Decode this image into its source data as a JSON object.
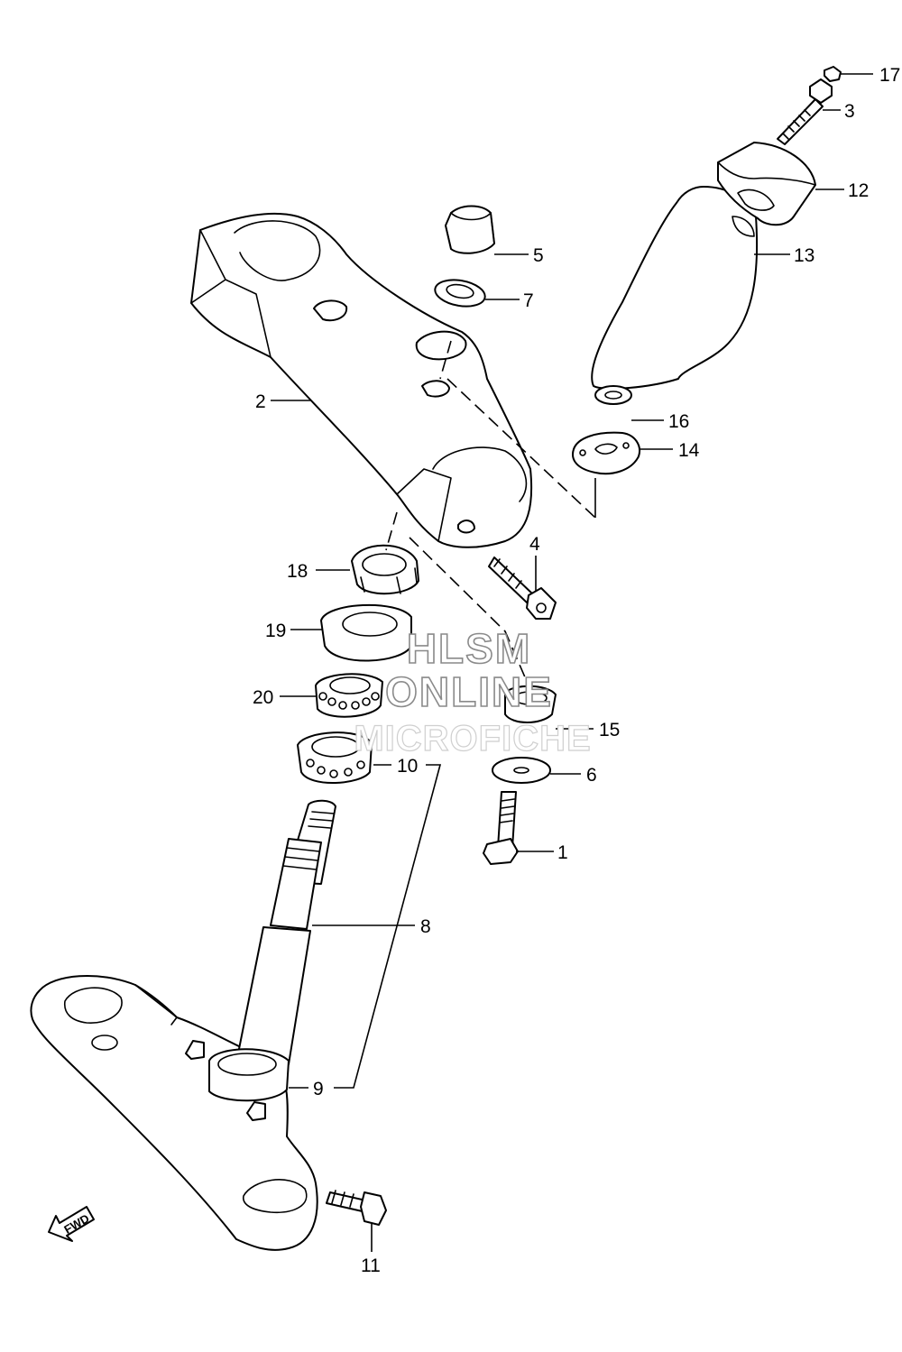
{
  "watermark": {
    "line1": "HLSM",
    "line2": "ONLINE",
    "line3": "MICROFICHE"
  },
  "direction_label": "FWD",
  "callouts": [
    "17",
    "3",
    "12",
    "13",
    "5",
    "7",
    "2",
    "16",
    "14",
    "4",
    "18",
    "19",
    "20",
    "15",
    "10",
    "6",
    "1",
    "8",
    "9",
    "11"
  ]
}
